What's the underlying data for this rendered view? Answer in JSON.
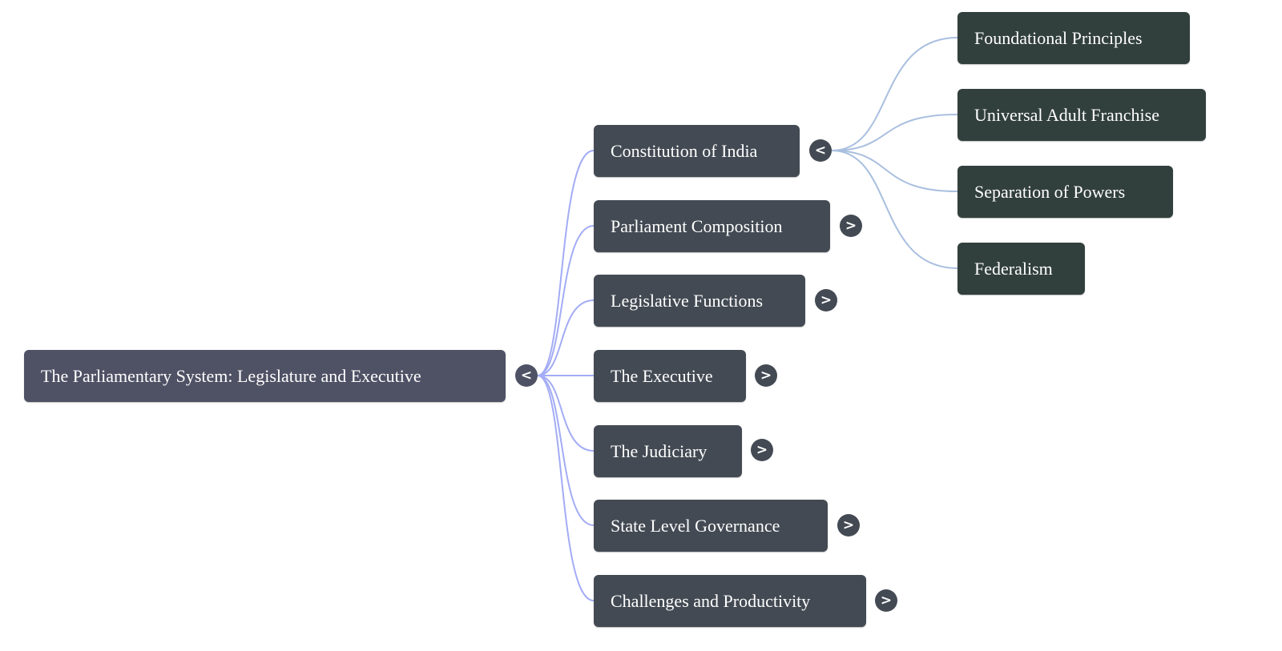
{
  "mindmap": {
    "root": {
      "label": "The Parliamentary System: Legislature and Executive",
      "toggle": "<",
      "expanded": true
    },
    "branches": [
      {
        "label": "Constitution of India",
        "toggle": "<",
        "expanded": true,
        "children": [
          {
            "label": "Foundational Principles"
          },
          {
            "label": "Universal Adult Franchise"
          },
          {
            "label": "Separation of Powers"
          },
          {
            "label": "Federalism"
          }
        ]
      },
      {
        "label": "Parliament Composition",
        "toggle": ">",
        "expanded": false
      },
      {
        "label": "Legislative Functions",
        "toggle": ">",
        "expanded": false
      },
      {
        "label": "The Executive",
        "toggle": ">",
        "expanded": false
      },
      {
        "label": "The Judiciary",
        "toggle": ">",
        "expanded": false
      },
      {
        "label": "State Level Governance",
        "toggle": ">",
        "expanded": false
      },
      {
        "label": "Challenges and Productivity",
        "toggle": ">",
        "expanded": false
      }
    ]
  },
  "colors": {
    "root_fill": "#4f5165",
    "level1_fill": "#434a53",
    "level2_fill": "#32403d",
    "root_edge": "#a3acf5",
    "level1_edge": "#a9bfdf",
    "text": "#ffffff",
    "background": "#ffffff"
  }
}
